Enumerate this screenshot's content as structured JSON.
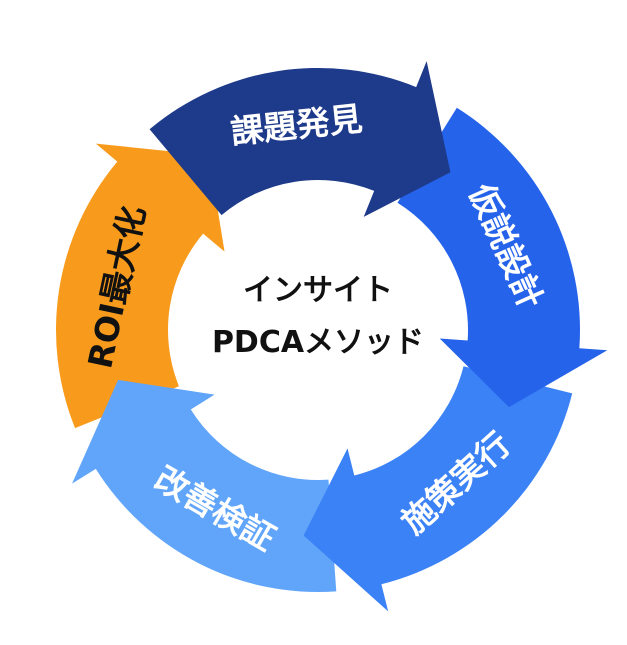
{
  "center": {
    "line1": "インサイト",
    "line2": "PDCAメソッド"
  },
  "segments": [
    {
      "label": "課題発見",
      "color": "#1e3a8a",
      "text_color": "#ffffff"
    },
    {
      "label": "仮説設計",
      "color": "#2563eb",
      "text_color": "#ffffff"
    },
    {
      "label": "施策実行",
      "color": "#3b82f6",
      "text_color": "#ffffff"
    },
    {
      "label": "改善検証",
      "color": "#60a5fa",
      "text_color": "#ffffff"
    },
    {
      "label": "ROI最大化",
      "color": "#f89b1c",
      "text_color": "#111111"
    }
  ]
}
